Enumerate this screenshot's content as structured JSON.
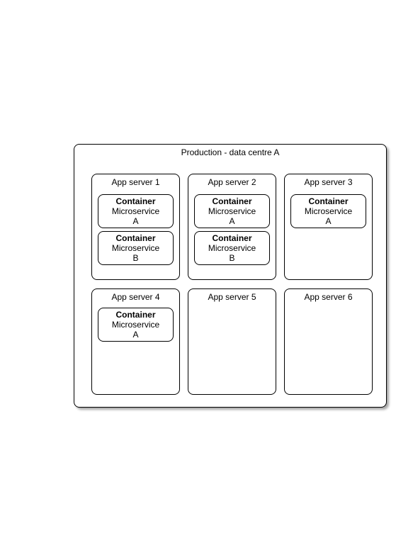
{
  "datacentre": {
    "title": "Production - data centre A"
  },
  "servers": [
    {
      "title": "App server 1",
      "containers": [
        {
          "label": "Container",
          "service": "Microservice",
          "variant": "A"
        },
        {
          "label": "Container",
          "service": "Microservice",
          "variant": "B"
        }
      ]
    },
    {
      "title": "App server 2",
      "containers": [
        {
          "label": "Container",
          "service": "Microservice",
          "variant": "A"
        },
        {
          "label": "Container",
          "service": "Microservice",
          "variant": "B"
        }
      ]
    },
    {
      "title": "App server 3",
      "containers": [
        {
          "label": "Container",
          "service": "Microservice",
          "variant": "A"
        }
      ]
    },
    {
      "title": "App server 4",
      "containers": [
        {
          "label": "Container",
          "service": "Microservice",
          "variant": "A"
        }
      ]
    },
    {
      "title": "App server 5",
      "containers": []
    },
    {
      "title": "App server 6",
      "containers": []
    }
  ]
}
